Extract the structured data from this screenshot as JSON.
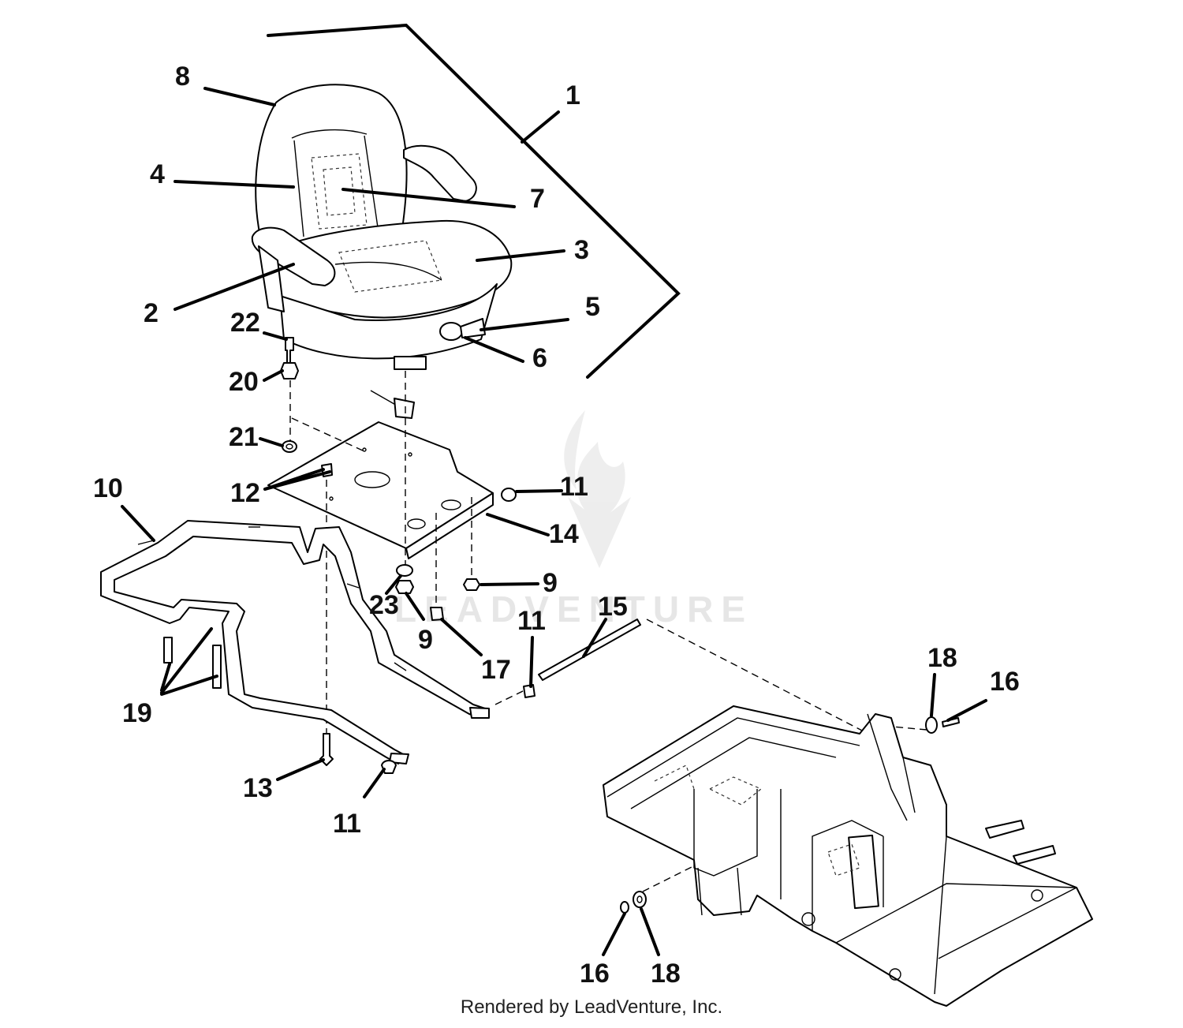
{
  "diagram": {
    "callouts": [
      {
        "id": "c1",
        "label": "1"
      },
      {
        "id": "c2",
        "label": "2"
      },
      {
        "id": "c3",
        "label": "3"
      },
      {
        "id": "c4",
        "label": "4"
      },
      {
        "id": "c5",
        "label": "5"
      },
      {
        "id": "c6",
        "label": "6"
      },
      {
        "id": "c7",
        "label": "7"
      },
      {
        "id": "c8",
        "label": "8"
      },
      {
        "id": "c9a",
        "label": "9"
      },
      {
        "id": "c9b",
        "label": "9"
      },
      {
        "id": "c10",
        "label": "10"
      },
      {
        "id": "c11a",
        "label": "11"
      },
      {
        "id": "c11b",
        "label": "11"
      },
      {
        "id": "c11c",
        "label": "11"
      },
      {
        "id": "c12",
        "label": "12"
      },
      {
        "id": "c13",
        "label": "13"
      },
      {
        "id": "c14",
        "label": "14"
      },
      {
        "id": "c15",
        "label": "15"
      },
      {
        "id": "c16a",
        "label": "16"
      },
      {
        "id": "c16b",
        "label": "16"
      },
      {
        "id": "c17",
        "label": "17"
      },
      {
        "id": "c18a",
        "label": "18"
      },
      {
        "id": "c18b",
        "label": "18"
      },
      {
        "id": "c19",
        "label": "19"
      },
      {
        "id": "c20",
        "label": "20"
      },
      {
        "id": "c21",
        "label": "21"
      },
      {
        "id": "c22",
        "label": "22"
      },
      {
        "id": "c23",
        "label": "23"
      }
    ]
  },
  "watermark": "LEADVENTURE",
  "footer": "Rendered by LeadVenture, Inc."
}
